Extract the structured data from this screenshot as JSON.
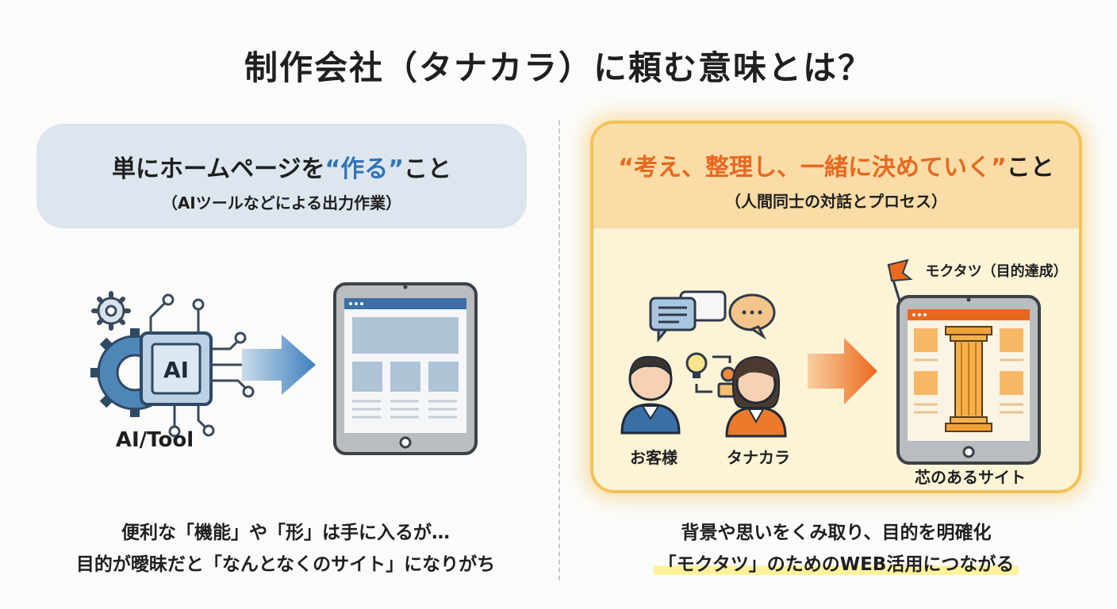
{
  "title": "制作会社（タナカラ）に頼む意味とは？",
  "left": {
    "heading_prefix": "単にホームページを",
    "heading_highlight": "“作る”",
    "heading_suffix": "こと",
    "subheading": "（AIツールなどによる出力作業）",
    "ai_chip_label": "AI",
    "ai_caption": "AI/Tool",
    "footer_line1": "便利な「機能」や「形」は手に入るが…",
    "footer_line2": "目的が曖昧だと「なんとなくのサイト」になりがち"
  },
  "right": {
    "heading_highlight": "“考え、整理し、一緒に決めていく”",
    "heading_suffix": "こと",
    "subheading": "（人間同士の対話とプロセス）",
    "flag_label": "モクタツ（目的達成）",
    "customer_label": "お客様",
    "tanakara_label": "タナカラ",
    "site_label": "芯のあるサイト",
    "footer_line1": "背景や思いをくみ取り、目的を明確化",
    "footer_line2": "「モクタツ」のためのWEB活用につながる"
  },
  "colors": {
    "blue_accent": "#2f74b8",
    "orange_accent": "#e8681f",
    "left_header_bg": "#dde6ee",
    "right_panel_bg": "#fdf3d6",
    "right_border": "#f2c15a",
    "highlight": "#fff29a"
  }
}
